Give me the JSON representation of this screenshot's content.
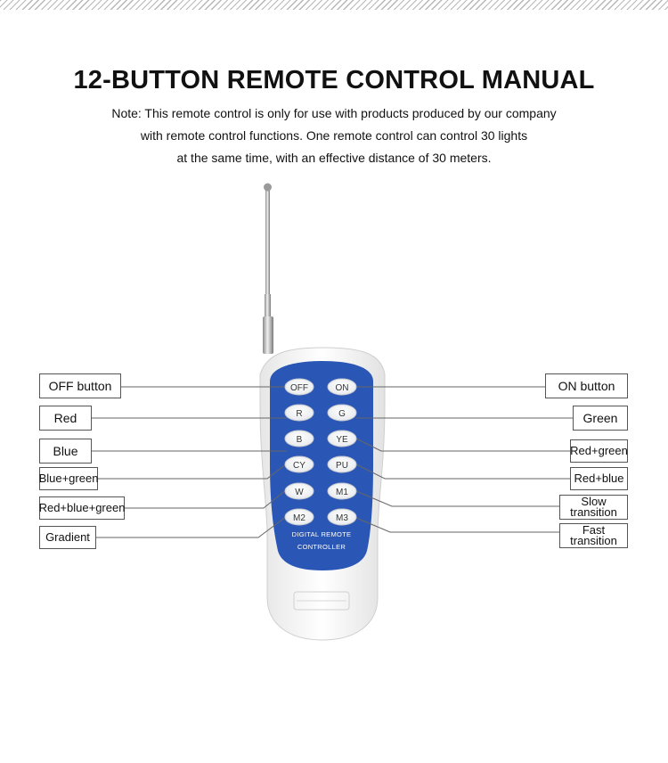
{
  "title": "12-BUTTON REMOTE CONTROL MANUAL",
  "note": [
    "Note: This remote control is only for use with products produced by our company",
    "with remote control functions. One remote control can control 30 lights",
    "at the same time, with an effective distance of 30 meters."
  ],
  "remote": {
    "brand_line1": "DIGITAL REMOTE",
    "brand_line2": "CONTROLLER",
    "buttons": [
      "OFF",
      "ON",
      "R",
      "G",
      "B",
      "YE",
      "CY",
      "PU",
      "W",
      "M1",
      "M2",
      "M3"
    ]
  },
  "labels": {
    "off": "OFF button",
    "on": "ON button",
    "red": "Red",
    "green": "Green",
    "blue": "Blue",
    "red_green": "Red+green",
    "blue_green": "Blue+green",
    "red_blue": "Red+blue",
    "red_blue_green": "Red+blue+green",
    "slow_1": "Slow",
    "slow_2": "transition",
    "gradient": "Gradient",
    "fast_1": "Fast",
    "fast_2": "transition"
  },
  "colors": {
    "panel_blue": "#2a57b5",
    "body_white": "#f4f4f4"
  }
}
